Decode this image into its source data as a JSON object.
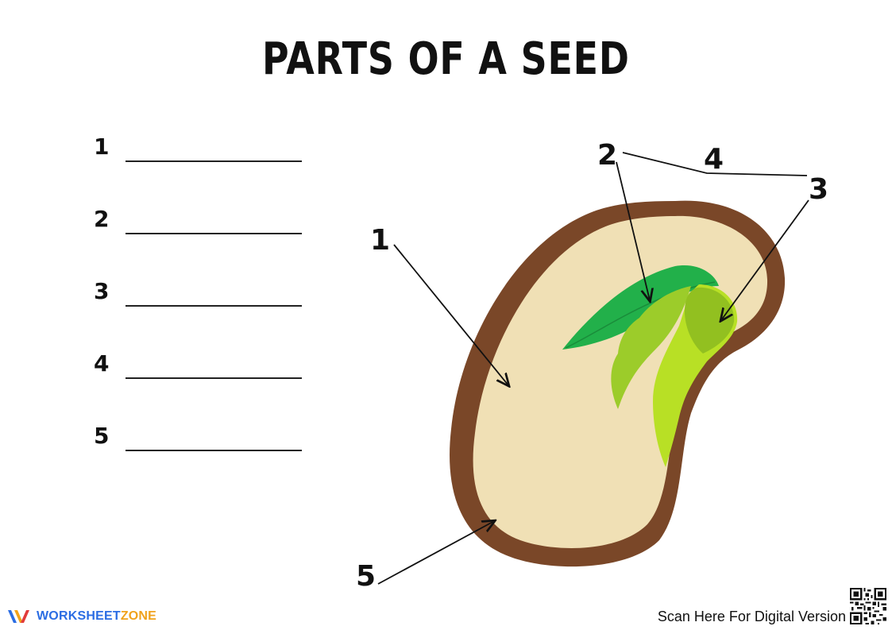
{
  "title": "PARTS OF A SEED",
  "blanks": [
    "1",
    "2",
    "3",
    "4",
    "5"
  ],
  "diagram_labels": {
    "l1": "1",
    "l2": "2",
    "l3": "3",
    "l4": "4",
    "l5": "5"
  },
  "colors": {
    "seed_coat": "#7a4728",
    "endosperm": "#f0e0b5",
    "leaf_dark": "#22b04a",
    "leaf_light": "#9ccc2a",
    "radicle": "#b8e025"
  },
  "footer": {
    "logo_part1": "WORKSHEET",
    "logo_part2": "ZONE",
    "scan_text": "Scan Here For Digital Version"
  }
}
